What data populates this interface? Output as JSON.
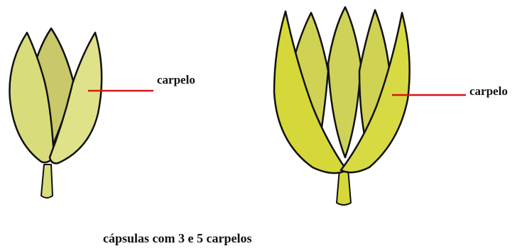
{
  "figure": {
    "capsule_left": {
      "carpel_count": 3
    },
    "capsule_right": {
      "carpel_count": 5
    },
    "colors": {
      "carpel_fill": "#d9dc7a",
      "carpel_fill_dark": "#c9c86a",
      "carpel_fill_bright": "#d6d839",
      "outline": "#111111",
      "pointer_line": "#d81515"
    }
  },
  "labels": {
    "left_capsule_label": "carpelo",
    "right_capsule_label": "carpelo",
    "caption": "cápsulas com 3 e 5 carpelos"
  }
}
